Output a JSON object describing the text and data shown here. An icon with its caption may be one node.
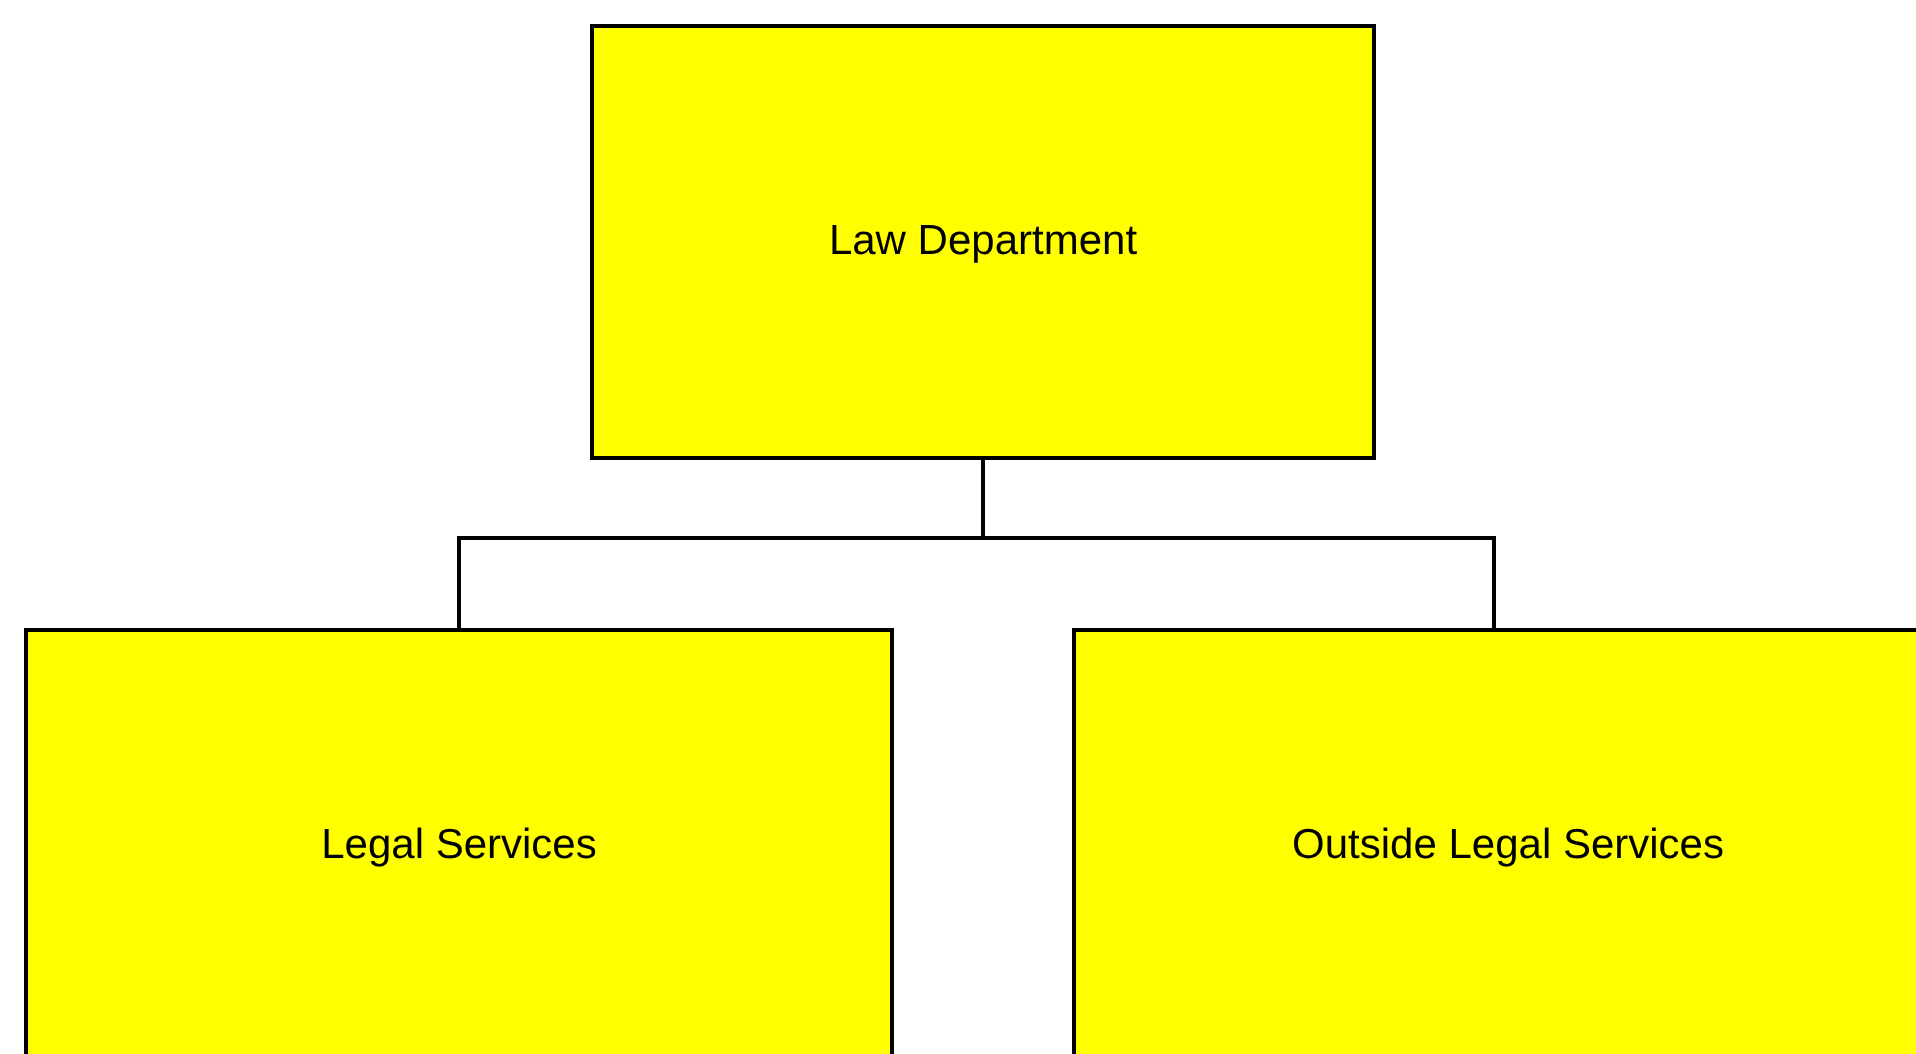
{
  "diagram": {
    "nodes": [
      {
        "text": [
          "Law Department"
        ]
      },
      {
        "text": [
          "Legal Services"
        ]
      },
      {
        "text": [
          "Outside Legal Services"
        ]
      }
    ],
    "edges": [
      {
        "from": 0,
        "to": 1,
        "arrow": "none"
      },
      {
        "from": 0,
        "to": 2,
        "arrow": "none"
      }
    ]
  }
}
